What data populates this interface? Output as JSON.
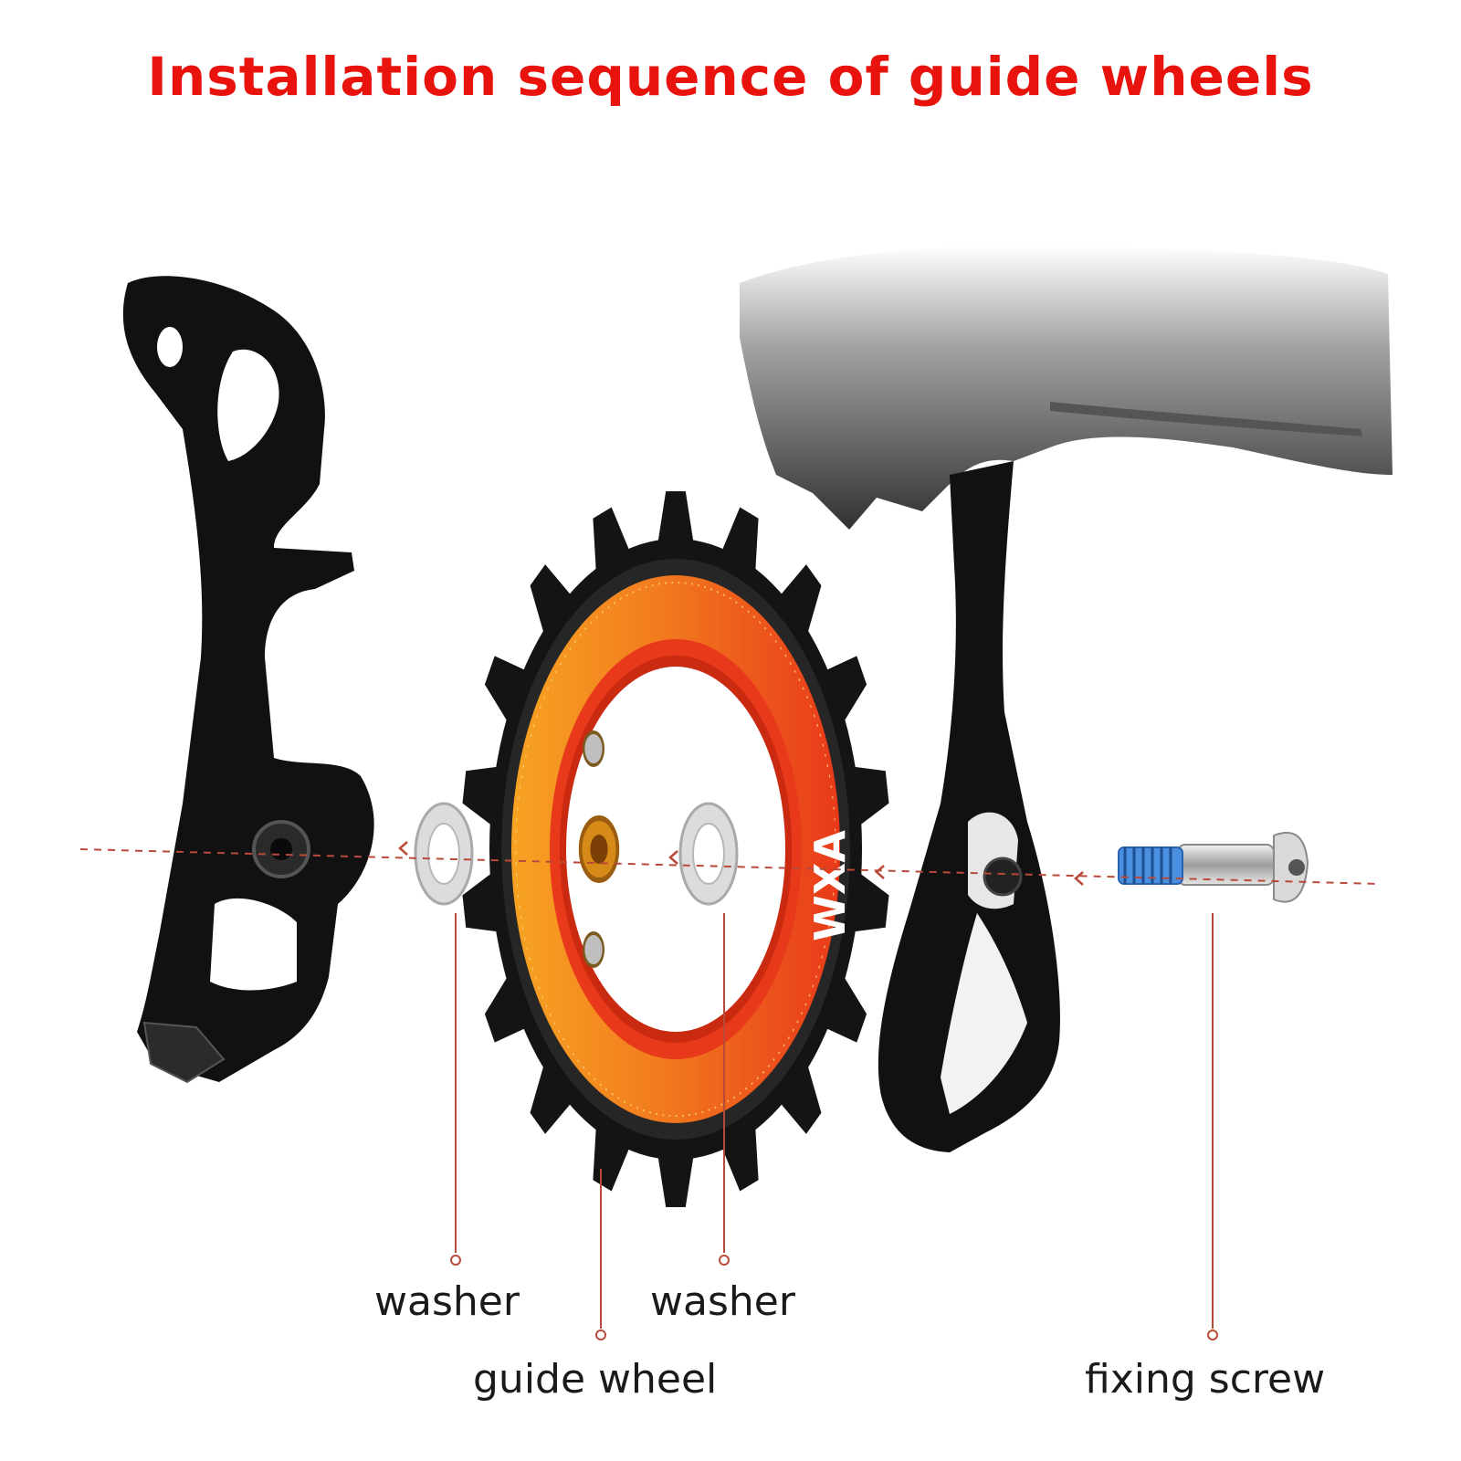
{
  "title": "Installation sequence of guide wheels",
  "colors": {
    "title": "#e8130c",
    "guide_line": "#b94a3a",
    "cage_metal": "#111111",
    "ring_orange": "#f27b1e",
    "ring_red": "#e8391a",
    "washer": "#d0d0d0",
    "screw_thread": "#4a8fe0"
  },
  "wheel_brand": "WXA",
  "labels": {
    "washer_left": "washer",
    "washer_right": "washer",
    "guide_wheel": "guide wheel",
    "fixing_screw": "fixing screw"
  }
}
